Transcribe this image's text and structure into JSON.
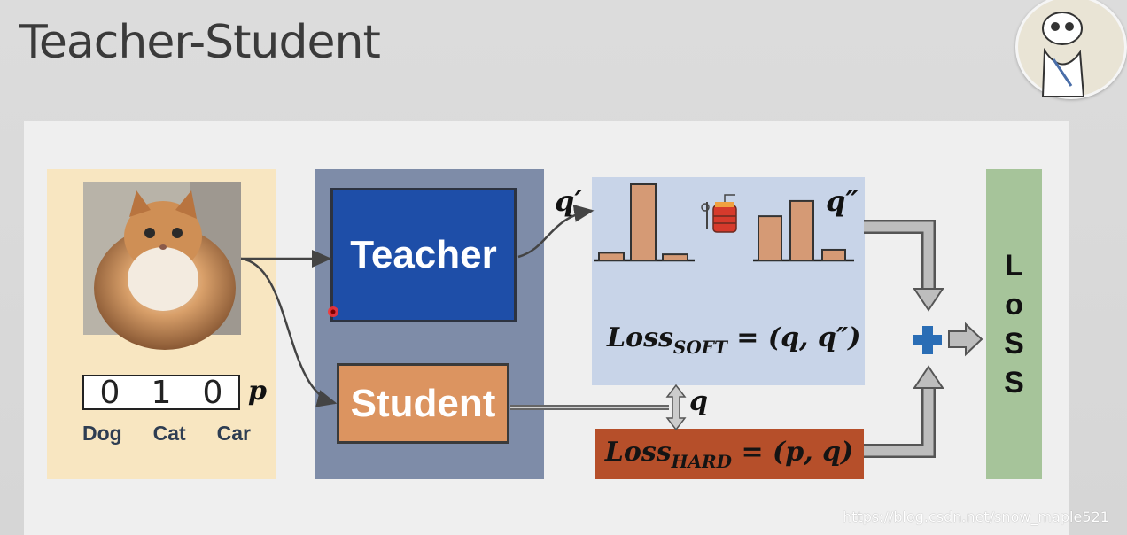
{
  "slide": {
    "title": "Teacher-Student",
    "watermark": "https://blog.csdn.net/snow_maple521"
  },
  "input": {
    "label_vector": [
      "0",
      "1",
      "0"
    ],
    "label_symbol": "p",
    "classes": [
      "Dog",
      "Cat",
      "Car"
    ]
  },
  "models": {
    "teacher": "Teacher",
    "student": "Student"
  },
  "outputs": {
    "q_prime": "q′",
    "q_double_prime": "q″",
    "q": "q"
  },
  "soft_loss": {
    "prefix": "Loss",
    "subscript": "SOFT",
    "suffix": " = (q, q″)",
    "teacher_distribution": [
      0.1,
      1.0,
      0.08
    ],
    "softened_distribution": [
      0.58,
      0.78,
      0.14
    ]
  },
  "hard_loss": {
    "prefix": "Loss",
    "subscript": "HARD",
    "suffix": " = (p, q)"
  },
  "total_loss": {
    "letters": [
      "L",
      "o",
      "S",
      "S"
    ]
  },
  "colors": {
    "input_bg": "#f8e6c1",
    "model_bg": "#7e8ca8",
    "teacher": "#1e4ea8",
    "student": "#dc9460",
    "soft_bg": "#c8d4e8",
    "hard_bg": "#b64f2a",
    "loss_bg": "#a6c49a",
    "bar": "#d59a75",
    "plus": "#2a6db5"
  },
  "icons": {
    "distiller": "distillation-apparatus-icon",
    "plus": "plus-icon",
    "avatar": "cartoon-avatar"
  }
}
